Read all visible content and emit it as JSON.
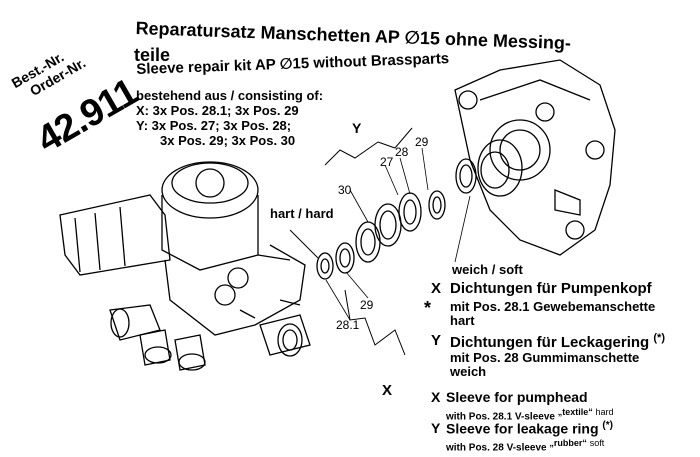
{
  "order_block": {
    "best_nr": "Best.-Nr.",
    "order_nr": "Order-Nr.",
    "number": "42.911"
  },
  "title": {
    "line1": "Reparatursatz Manschetten AP ∅15 ohne Messing-",
    "line2": "teile",
    "english": "Sleeve repair kit AP ∅15 without Brassparts"
  },
  "consisting": {
    "heading": "bestehend aus / consisting of:",
    "x_line": "X:  3x Pos. 28.1; 3x Pos. 29",
    "y_line1": "Y:  3x Pos. 27; 3x Pos. 28;",
    "y_line2": "3x Pos. 29; 3x Pos. 30"
  },
  "diagram_labels": {
    "y_group": "Y",
    "x_group": "X",
    "hart": "hart / hard",
    "weich": "weich / soft",
    "pos_27": "27",
    "pos_28": "28",
    "pos_29_top": "29",
    "pos_30": "30",
    "pos_29_bottom": "29",
    "pos_28_1": "28.1",
    "star": "*"
  },
  "legend": {
    "x_de": "Dichtungen für Pumpenkopf",
    "x_de_sub1": "mit Pos. 28.1 Gewebemanschette",
    "x_de_sub2": "hart",
    "y_de": "Dichtungen für Leckagering",
    "y_de_mark": "(*)",
    "y_de_sub1": "mit Pos. 28 Gummimanschette",
    "y_de_sub2": "weich",
    "x_en": "Sleeve for pumphead",
    "x_en_sub_a": "with Pos. 28.1 V-sleeve",
    "x_en_sub_b": "„textile“",
    "x_en_sub_c": "hard",
    "y_en": "Sleeve for leakage ring",
    "y_en_mark": "(*)",
    "y_en_sub_a": "with Pos. 28 V-sleeve",
    "y_en_sub_b": "„rubber“",
    "y_en_sub_c": "soft",
    "x_letter": "X",
    "y_letter": "Y"
  }
}
